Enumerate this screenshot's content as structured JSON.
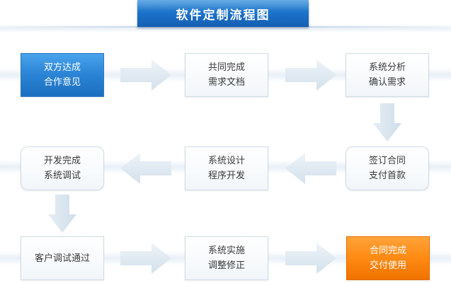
{
  "title": "软件定制流程图",
  "colors": {
    "accent_blue": "#2a83d4",
    "accent_orange": "#ff8a12",
    "arrow": "#dde8f1"
  },
  "steps": [
    {
      "line1": "双方达成",
      "line2": "合作意见"
    },
    {
      "line1": "共同完成",
      "line2": "需求文档"
    },
    {
      "line1": "系统分析",
      "line2": "确认需求"
    },
    {
      "line1": "签订合同",
      "line2": "支付首款"
    },
    {
      "line1": "系统设计",
      "line2": "程序开发"
    },
    {
      "line1": "开发完成",
      "line2": "系统调试"
    },
    {
      "line1": "客户调试通过",
      "line2": ""
    },
    {
      "line1": "系统实施",
      "line2": "调整修正"
    },
    {
      "line1": "合同完成",
      "line2": "交付使用"
    }
  ]
}
